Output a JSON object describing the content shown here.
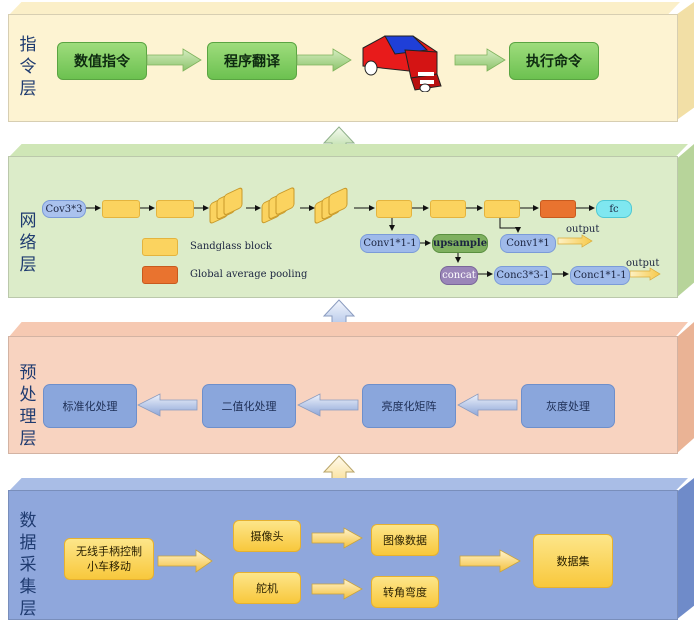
{
  "layers": {
    "command": {
      "title": "指令层",
      "steps": [
        "数值指令",
        "程序翻译",
        "执行命令"
      ],
      "car_icon": "car-icon"
    },
    "network": {
      "title": "网络层",
      "input_label": "Cov3*3",
      "fc_label": "fc",
      "branch1_label": "Conv1*1-1",
      "upsample_label": "upsample",
      "branch2_label": "Conv1*1",
      "output1_label": "output",
      "concat_label": "concat",
      "conv3_label": "Conc3*3-1",
      "conv1_label": "Conc1*1-1",
      "output2_label": "output",
      "legend_sandglass": "Sandglass block",
      "legend_gap": "Global average pooling"
    },
    "preprocess": {
      "title": "预处理层",
      "steps": [
        "标准化处理",
        "二值化处理",
        "亮度化矩阵",
        "灰度处理"
      ]
    },
    "collection": {
      "title": "数据采集层",
      "source": "无线手柄控制小车移动",
      "sensors": [
        "摄像头",
        "舵机"
      ],
      "outputs": [
        "图像数据",
        "转角弯度"
      ],
      "dataset": "数据集"
    }
  },
  "colors": {
    "command_bg": "#fdf3d2",
    "network_bg": "#dcecc9",
    "preprocess_bg": "#f8d3c0",
    "collection_bg": "#8fa7dc",
    "sandglass": "#fbd35f",
    "gap": "#e9732f"
  }
}
